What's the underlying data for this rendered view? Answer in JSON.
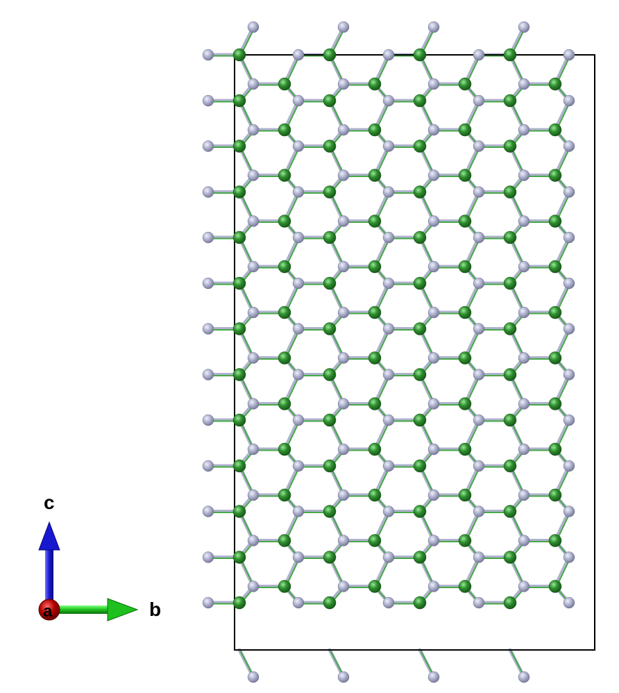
{
  "scene": {
    "colors": {
      "background": "#ffffff",
      "cell_border": "#000000",
      "atom_gray": "#b3b6d1",
      "atom_green": "#2f8f2f",
      "bond_gray": "#aeb2cc",
      "bond_green": "#46a846"
    }
  },
  "axes": {
    "a": {
      "label": "a",
      "color": "#b30000"
    },
    "b": {
      "label": "b",
      "color": "#1ec01e"
    },
    "c": {
      "label": "c",
      "color": "#1818d0"
    }
  }
}
